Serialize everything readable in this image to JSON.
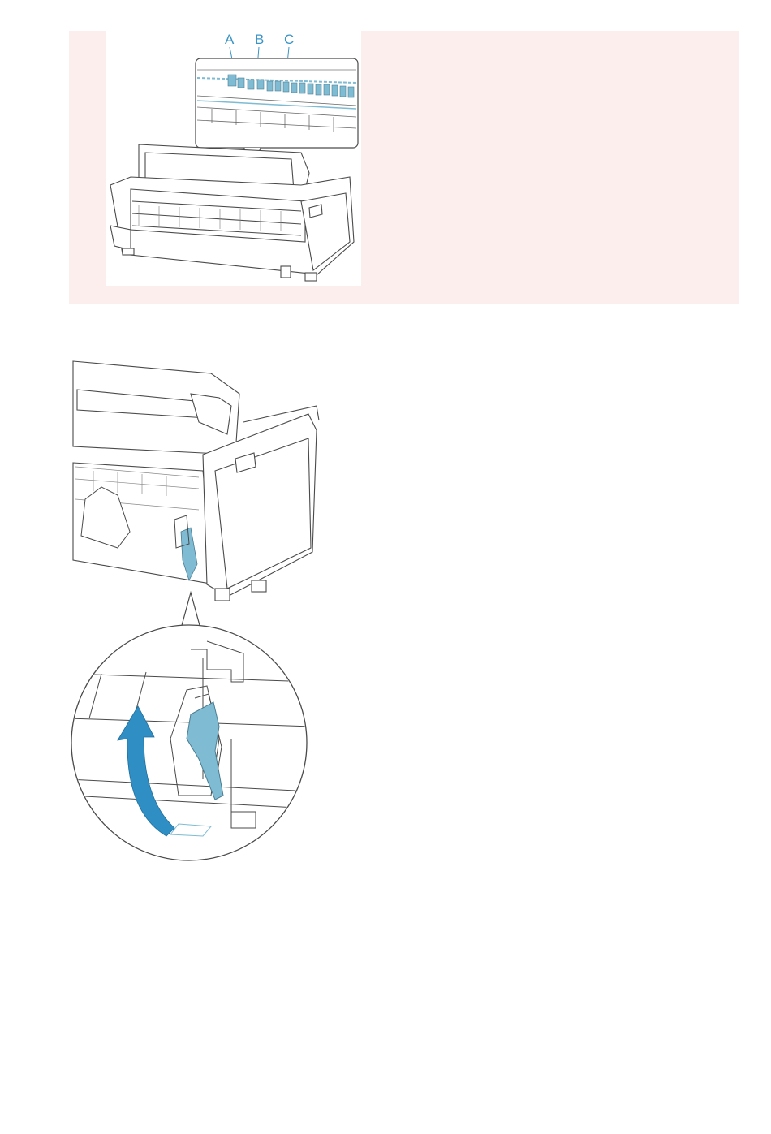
{
  "figure_top": {
    "callouts": [
      {
        "letter": "A"
      },
      {
        "letter": "B"
      },
      {
        "letter": "C"
      }
    ]
  },
  "colors": {
    "note_background": "#fdeeee",
    "accent_blue": "#7fbcd4",
    "arrow_blue": "#2f8fc4",
    "line_gray": "#4a4a4a"
  }
}
